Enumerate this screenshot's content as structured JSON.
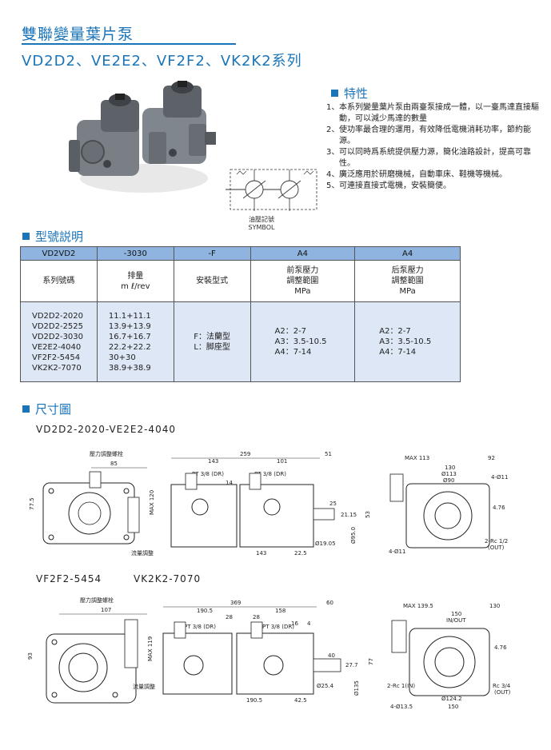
{
  "header": {
    "title_zh": "雙聯變量葉片泵",
    "title_en": "VD2D2、VE2E2、VF2F2、VK2K2系列"
  },
  "symbol": {
    "caption_zh": "油壓記號",
    "caption_en": "SYMBOL"
  },
  "features": {
    "heading": "特性",
    "items": [
      {
        "n": "1、",
        "text": "本系列變量葉片泵由兩臺泵接成一體，以一臺馬達直接驅動，可以減少馬達的數量"
      },
      {
        "n": "2、",
        "text": "使功率最合理的運用，有效降低電機消耗功率，節約能源。"
      },
      {
        "n": "3、",
        "text": "可以同時爲系統提供壓力源，簡化油路設計，提高可靠性。"
      },
      {
        "n": "4、",
        "text": "廣泛應用於研磨機械，自動車床、鞋機等機械。"
      },
      {
        "n": "5、",
        "text": "可連接直接式電機，安裝簡便。"
      }
    ]
  },
  "model": {
    "heading": "型號説明",
    "codes": [
      "VD2VD2",
      "-3030",
      "-F",
      "A4",
      "A4"
    ],
    "headers": {
      "series": "系列號碼",
      "displacement": [
        "排量",
        "m ℓ/rev"
      ],
      "mount": "安裝型式",
      "front": [
        "前泵壓力",
        "調整範圍",
        "MPa"
      ],
      "rear": [
        "后泵壓力",
        "調整範圍",
        "MPa"
      ]
    },
    "series": [
      "VD2D2-2020",
      "VD2D2-2525",
      "VD2D2-3030",
      "VE2E2-4040",
      "VF2F2-5454",
      "VK2K2-7070"
    ],
    "displacements": [
      "11.1+11.1",
      "13.9+13.9",
      "16.7+16.7",
      "22.2+22.2",
      "30+30",
      "38.9+38.9"
    ],
    "mounts": [
      "F：法蘭型",
      "L：脚座型"
    ],
    "front_ranges": [
      "A2：2-7",
      "A3：3.5-10.5",
      "A4：7-14"
    ],
    "rear_ranges": [
      "A2：2-7",
      "A3：3.5-10.5",
      "A4：7-14"
    ]
  },
  "dimensions": {
    "heading": "尺寸圖",
    "group1_label": "VD2D2-2020-VE2E2-4040",
    "group2_label_a": "VF2F2-5454",
    "group2_label_b": "VK2K2-7070",
    "g1": {
      "side": {
        "adjust": "壓力調整螺栓",
        "d85": "85",
        "d75": "77.5",
        "max": "MAX 120",
        "flow": "流量調整"
      },
      "front": {
        "d259": "259",
        "d143": "143",
        "d101": "101",
        "d51": "51",
        "pt1": "PT 3/8 (DR)",
        "pt2": "PT 3/8 (DR)",
        "d14": "14",
        "d25": "25",
        "d53": "53",
        "d2115": "21.15",
        "d19": "Ø19.05",
        "d95": "Ø95.0",
        "d143b": "143",
        "d225": "22.5"
      },
      "end": {
        "max": "MAX 113",
        "d92": "92",
        "d130": "130",
        "d113": "Ø113",
        "d90": "Ø90",
        "d4011": "4-Ø11",
        "d476": "4.76",
        "rc": "2-Rc 1/2",
        "out": "(OUT)",
        "d4011b": "4-Ø11"
      }
    },
    "g2": {
      "side": {
        "adjust": "壓力調整螺栓",
        "d107": "107",
        "d93": "93",
        "max": "MAX 119",
        "flow": "流量調整"
      },
      "front": {
        "d369": "369",
        "d1905": "190.5",
        "d158": "158",
        "d60": "60",
        "d28a": "28",
        "d28b": "28",
        "d16": "16",
        "d4": "4",
        "pt1": "PT 3/8 (DR)",
        "pt2": "PT 3/8 (DR)",
        "d40": "40",
        "d277": "27.7",
        "d77": "77",
        "d135": "Ø135",
        "d254": "Ø25.4",
        "d1905b": "190.5",
        "d425": "42.5"
      },
      "end": {
        "max": "MAX 139.5",
        "d130": "130",
        "d150": "150",
        "in": "IN/OUT",
        "d476": "4.76",
        "rc1": "2-Rc 1(IN)",
        "rc3": "Rc 3/4",
        "out": "(OUT)",
        "d1242": "Ø124.2",
        "d150b": "150",
        "d4135": "4-Ø13.5"
      }
    }
  }
}
